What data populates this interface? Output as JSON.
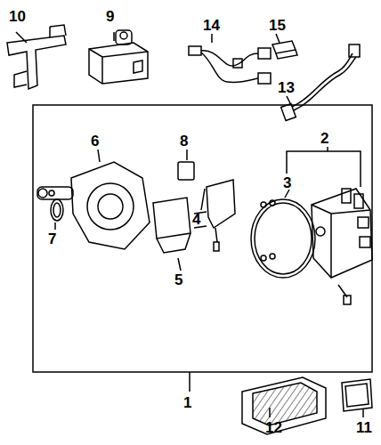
{
  "diagram": {
    "labels": [
      "10",
      "9",
      "14",
      "15",
      "13",
      "6",
      "8",
      "2",
      "3",
      "4",
      "7",
      "5",
      "1",
      "12",
      "11"
    ]
  }
}
